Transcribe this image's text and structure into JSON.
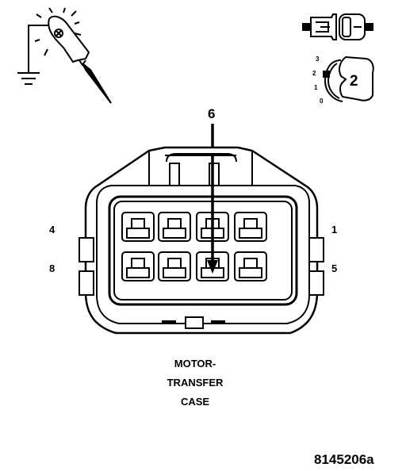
{
  "connector": {
    "name_lines": [
      "MOTOR-",
      "TRANSFER",
      "CASE"
    ],
    "pin_labels": {
      "top_left": "4",
      "bottom_left": "8",
      "top_right": "1",
      "bottom_right": "5"
    }
  },
  "callout": {
    "number": "6"
  },
  "terminal_icon": {
    "ring_numbers": [
      "3",
      "2",
      "1",
      "0"
    ],
    "number": "2"
  },
  "figure_id": "8145206a",
  "colors": {
    "ink": "#000000",
    "paper": "#ffffff"
  },
  "icons": [
    "test-probe-icon",
    "ground-symbol-icon",
    "connector-plug-icon",
    "terminal-ring-icon"
  ]
}
